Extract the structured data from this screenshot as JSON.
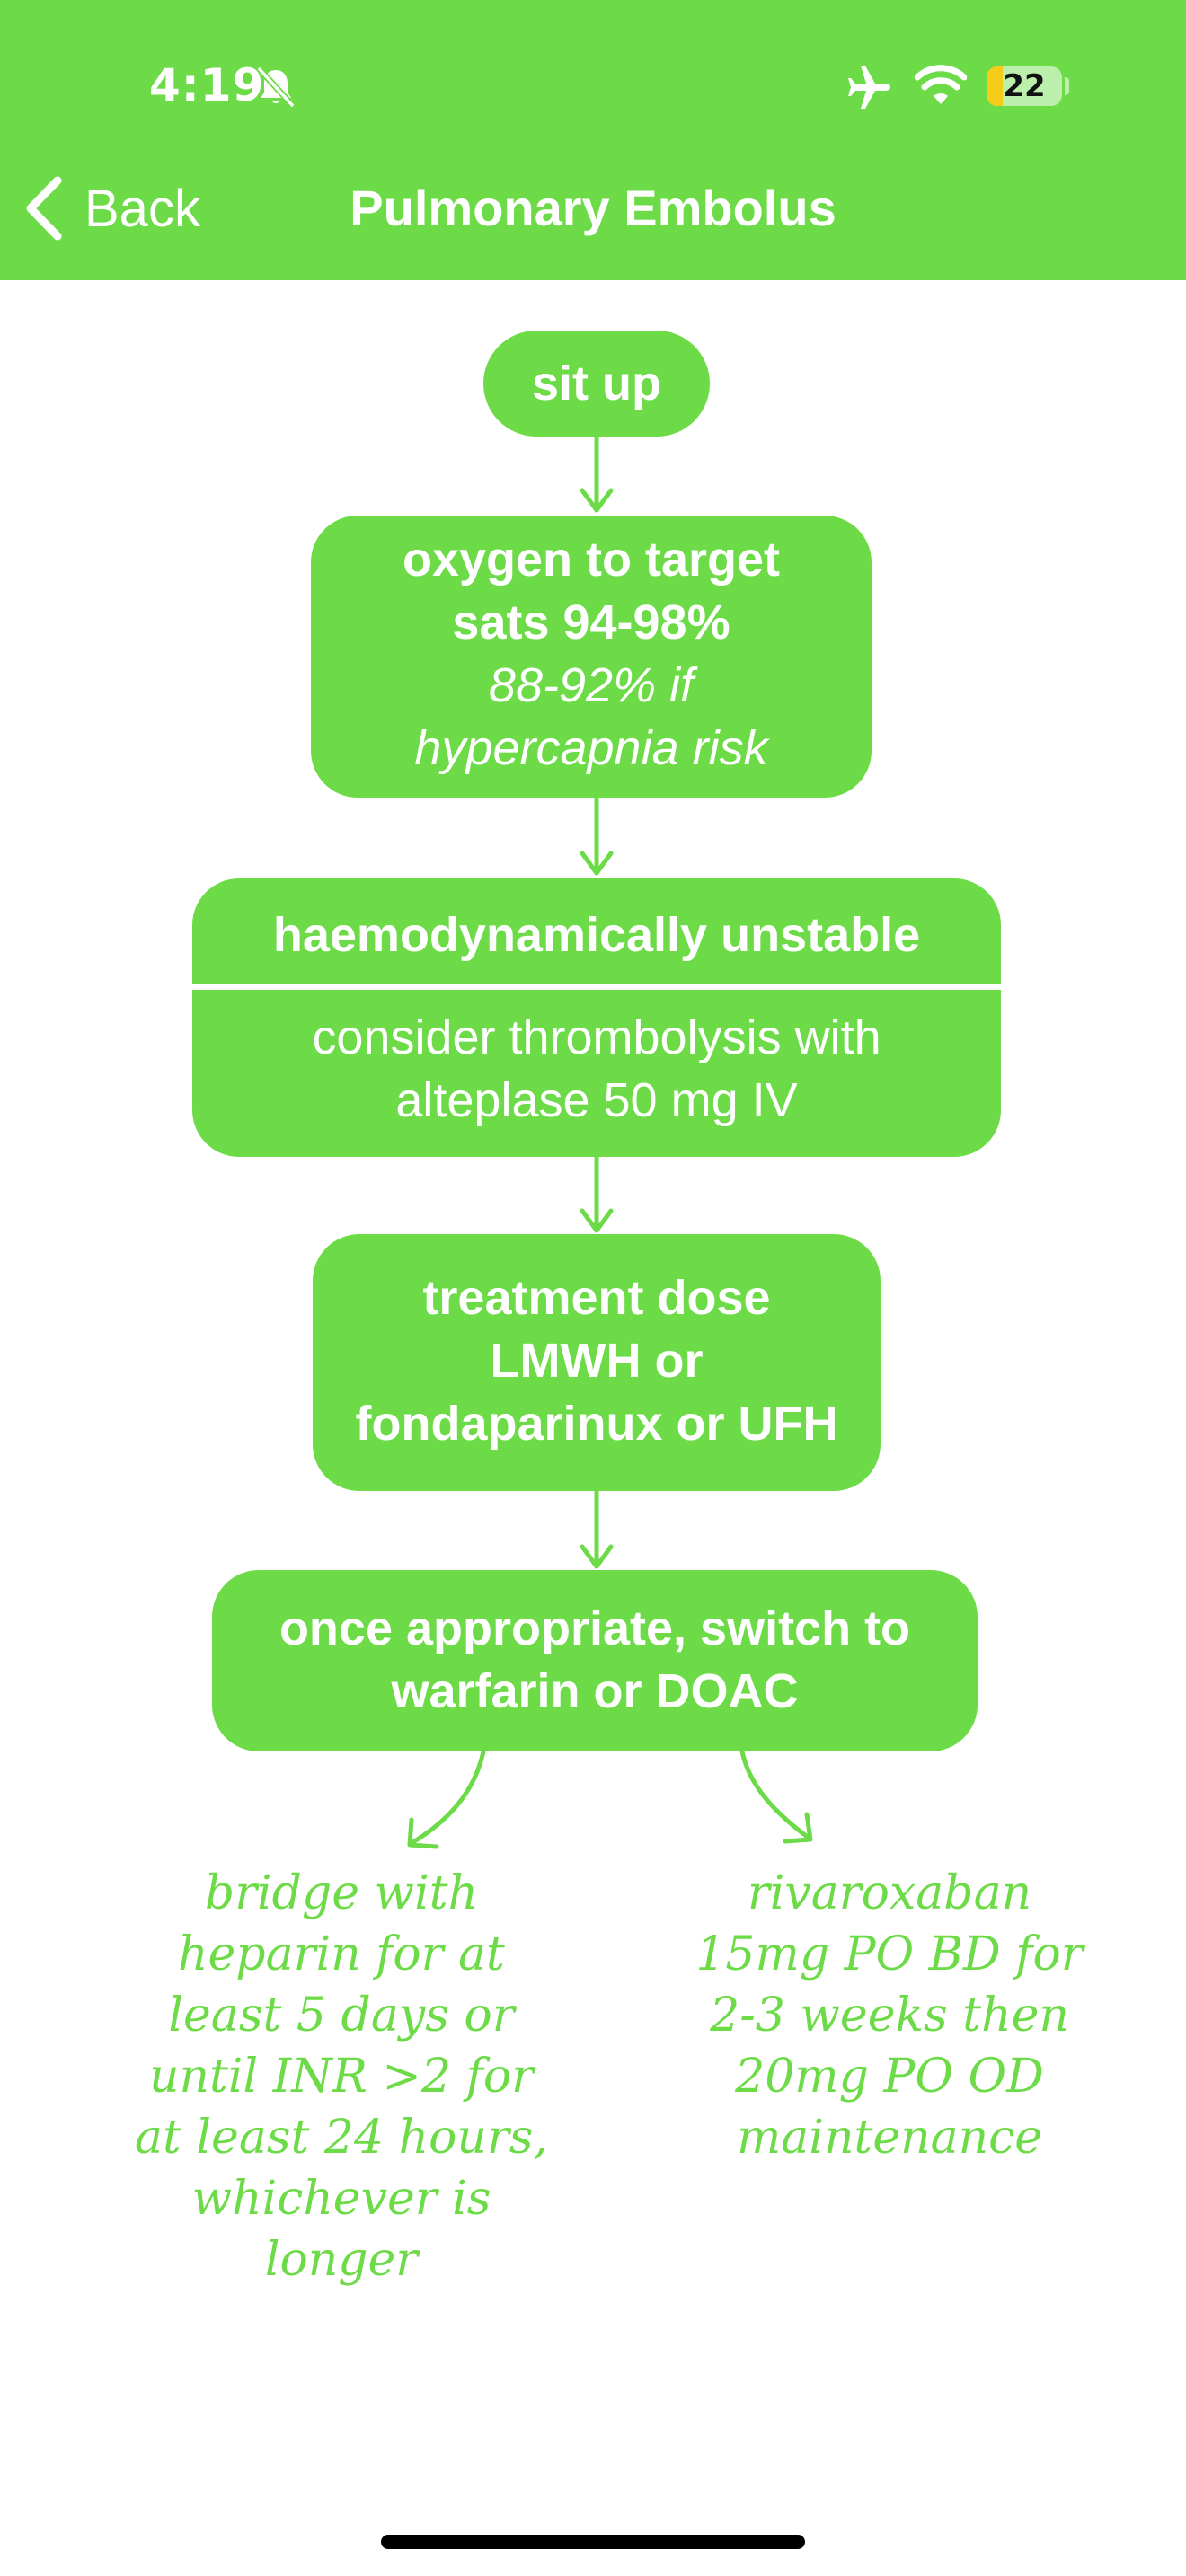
{
  "status_bar": {
    "time": "4:19",
    "battery": "22",
    "icons": [
      "bell-slash-icon",
      "airplane-icon",
      "wifi-icon",
      "battery-icon"
    ]
  },
  "nav": {
    "back_label": "Back",
    "title": "Pulmonary Embolus"
  },
  "flowchart": {
    "step1": "sit up",
    "step2": {
      "line1": "oxygen to target",
      "line2": "sats 94-98%",
      "note1": "88-92% if",
      "note2": "hypercapnia risk"
    },
    "step3": {
      "header": "haemodynamically unstable",
      "line1": "consider thrombolysis with",
      "line2": "alteplase 50 mg IV"
    },
    "step4": {
      "line1": "treatment dose",
      "line2": "LMWH or",
      "line3": "fondaparinux or UFH"
    },
    "step5": {
      "line1": "once appropriate, switch to",
      "line2": "warfarin or DOAC"
    },
    "left_note": [
      "bridge with",
      "heparin for at",
      "least 5 days or",
      "until INR >2 for",
      "at least 24 hours,",
      "whichever is",
      "longer"
    ],
    "right_note": [
      "rivaroxaban",
      "15mg PO BD for",
      "2-3 weeks then",
      "20mg PO OD",
      "maintenance"
    ]
  },
  "colors": {
    "accent": "#6cdb47",
    "text_on_accent": "#ffffff",
    "battery_fill": "#f6cc1b"
  }
}
